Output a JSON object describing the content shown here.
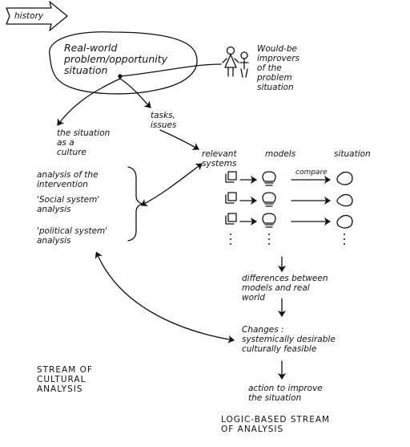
{
  "history": "history",
  "problem_situation": "Real-world\nproblem/opportunity\nsituation",
  "improvers": "Would-be\nimprovers\nof the\nproblem\nsituation",
  "tasks_issues": "tasks,\nissues",
  "situation_culture": "the situation\nas a\nculture",
  "relevant_systems": "relevant\nsystems",
  "models": "models",
  "situation": "situation",
  "compare": "compare",
  "analysis_intervention": "analysis of the\nintervention",
  "social_system": "'Social system'\nanalysis",
  "political_system": "'political system'\nanalysis",
  "differences": "differences between\nmodels and real\nworld",
  "changes": "Changes :\nsystemically desirable\nculturally feasible",
  "action": "action to improve\nthe situation",
  "stream_cultural": "STREAM OF\nCULTURAL\nANALYSIS",
  "stream_logic": "LOGIC-BASED STREAM\nOF ANALYSIS",
  "icons": [
    "person-icon",
    "person-icon",
    "system-stack-icon",
    "lightbulb-icon",
    "situation-blob-icon"
  ],
  "colors": {
    "ink": "#111111",
    "background": "#ffffff"
  }
}
